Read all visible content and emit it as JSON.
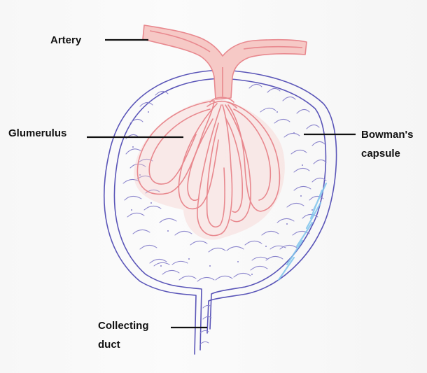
{
  "labels": {
    "artery": "Artery",
    "glomerulus": "Glumerulus",
    "bowmans_line1": "Bowman's",
    "bowmans_line2": "capsule",
    "collecting_line1": "Collecting",
    "collecting_line2": "duct"
  },
  "colors": {
    "capsule_ink": "#5a55b8",
    "vessel_ink": "#e8888e",
    "vessel_fill": "#f6c9c6",
    "highlight": "#7fc4ec",
    "leader_line": "#111111",
    "text": "#111111"
  }
}
